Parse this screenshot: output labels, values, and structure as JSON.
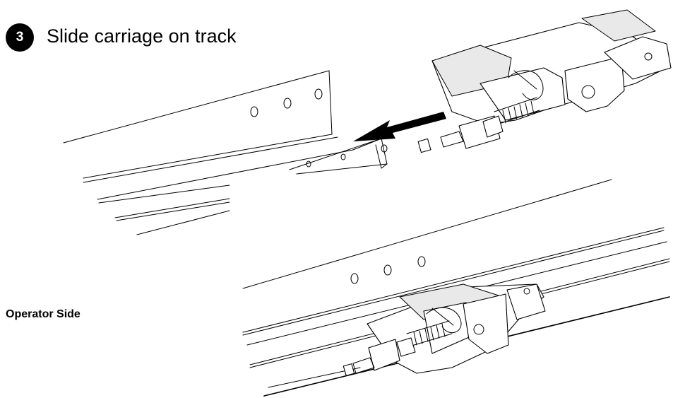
{
  "step": {
    "number": "3",
    "title": "Slide carriage on track"
  },
  "labels": {
    "operator_side": "Operator Side"
  },
  "icons": {
    "direction": "arrow-left-icon"
  }
}
